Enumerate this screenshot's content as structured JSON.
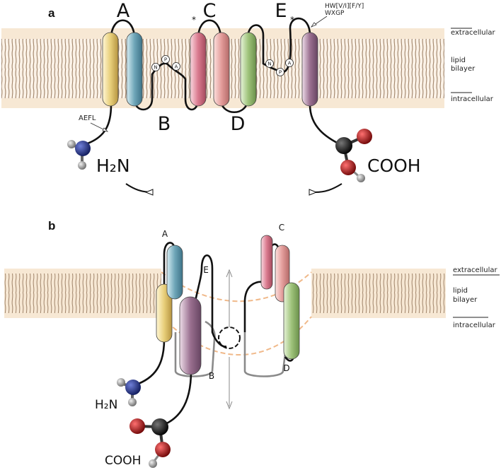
{
  "panels": {
    "a": {
      "label": "a",
      "loops": {
        "A": "A",
        "B": "B",
        "C": "C",
        "D": "D",
        "E": "E"
      },
      "motif_top": "HW[V/I][F/Y]",
      "motif_bottom": "WXGP",
      "aefl": "AEFL",
      "npa1": [
        "N",
        "P",
        "A"
      ],
      "npa2": [
        "N",
        "P",
        "A"
      ],
      "star": "*",
      "n_terminus": "H₂N",
      "c_terminus": "COOH"
    },
    "b": {
      "label": "b",
      "loops": {
        "A": "A",
        "B": "B",
        "C": "C",
        "D": "D",
        "E": "E"
      },
      "n_terminus": "H₂N",
      "c_terminus": "COOH"
    }
  },
  "side_labels": {
    "extracellular": "extracellular",
    "lipid": "lipid",
    "bilayer": "bilayer",
    "intracellular": "intracellular"
  },
  "colors": {
    "helix1": "#e8cf7a",
    "helix2": "#6fa6b8",
    "helix3": "#d97a8e",
    "helix4": "#e39c9a",
    "helix5": "#9ec27a",
    "helix6": "#9a7090",
    "membrane_head": "#f7e8d4",
    "lipid_tail": "#a0846a",
    "nitrogen": "#1d2a7a",
    "oxygen": "#a80d0d",
    "carbon": "#111111",
    "hydrogen": "#9a9a9a"
  }
}
